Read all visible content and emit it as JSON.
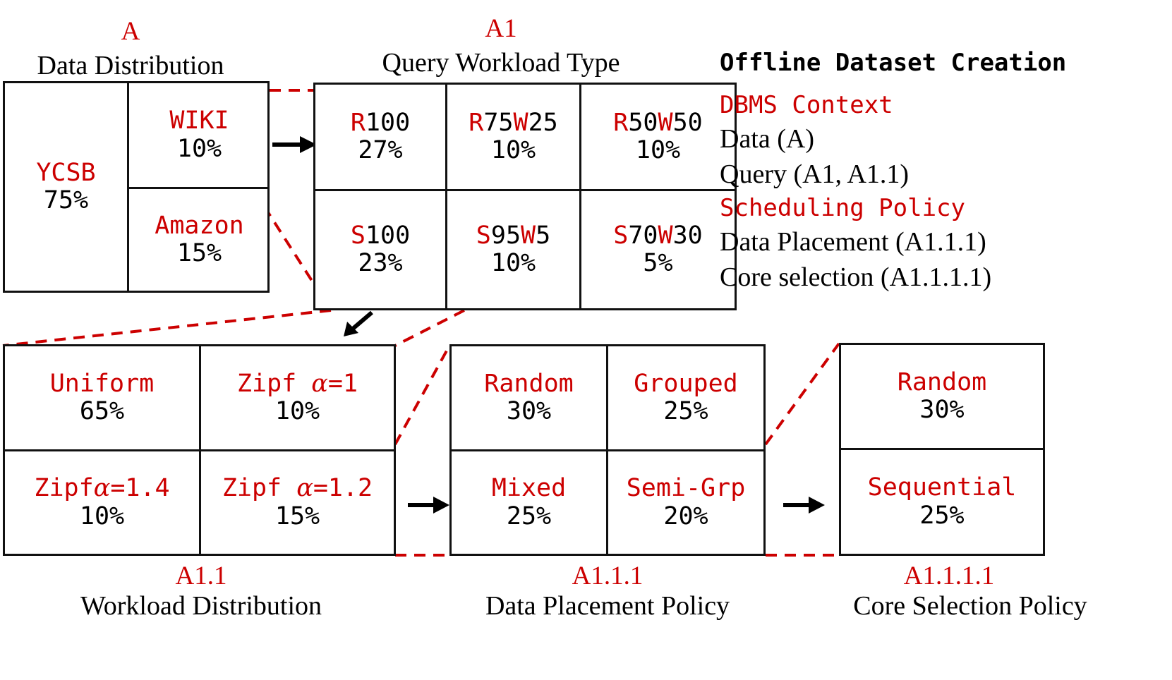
{
  "figure": {
    "accent_red": "#cc0000",
    "ink_black": "#000000"
  },
  "groups": [
    {
      "code": "A",
      "name": "Data Distribution",
      "caption_position": "top",
      "cells": [
        {
          "label": "YCSB",
          "percent": "75%"
        },
        {
          "label": "WIKI",
          "percent": "10%"
        },
        {
          "label": "Amazon",
          "percent": "15%"
        }
      ]
    },
    {
      "code": "A1",
      "name": "Query Workload Type",
      "caption_position": "top",
      "cells": [
        {
          "label": "R100",
          "percent": "27%"
        },
        {
          "label": "R75W25",
          "percent": "10%"
        },
        {
          "label": "R50W50",
          "percent": "10%"
        },
        {
          "label": "S100",
          "percent": "23%"
        },
        {
          "label": "S95W5",
          "percent": "10%"
        },
        {
          "label": "S70W30",
          "percent": "5%"
        }
      ]
    },
    {
      "code": "A1.1",
      "name": "Workload Distribution",
      "caption_position": "bottom",
      "cells": [
        {
          "label": "Uniform",
          "percent": "65%"
        },
        {
          "label": "Zipf α=1",
          "percent": "10%"
        },
        {
          "label": "Zipf α=1.4",
          "percent": "10%"
        },
        {
          "label": "Zipf α=1.2",
          "percent": "15%"
        }
      ]
    },
    {
      "code": "A1.1.1",
      "name": "Data Placement Policy",
      "caption_position": "bottom",
      "cells": [
        {
          "label": "Random",
          "percent": "30%"
        },
        {
          "label": "Grouped",
          "percent": "25%"
        },
        {
          "label": "Mixed",
          "percent": "25%"
        },
        {
          "label": "Semi-Grp",
          "percent": "20%"
        }
      ]
    },
    {
      "code": "A1.1.1.1",
      "name": "Core Selection Policy",
      "caption_position": "bottom",
      "cells": [
        {
          "label": "Random",
          "percent": "30%"
        },
        {
          "label": "Sequential",
          "percent": "25%"
        }
      ]
    }
  ],
  "panel": {
    "title": "Offline Dataset Creation",
    "lines": [
      {
        "text": "DBMS Context",
        "style": "mono-red"
      },
      {
        "text": "Data (A)",
        "style": "serif-black"
      },
      {
        "text": "Query (A1, A1.1)",
        "style": "serif-black"
      },
      {
        "text": "Scheduling Policy",
        "style": "mono-red"
      },
      {
        "text": "Data Placement (A1.1.1)",
        "style": "serif-black"
      },
      {
        "text": "Core selection  (A1.1.1.1)",
        "style": "serif-black"
      }
    ]
  }
}
